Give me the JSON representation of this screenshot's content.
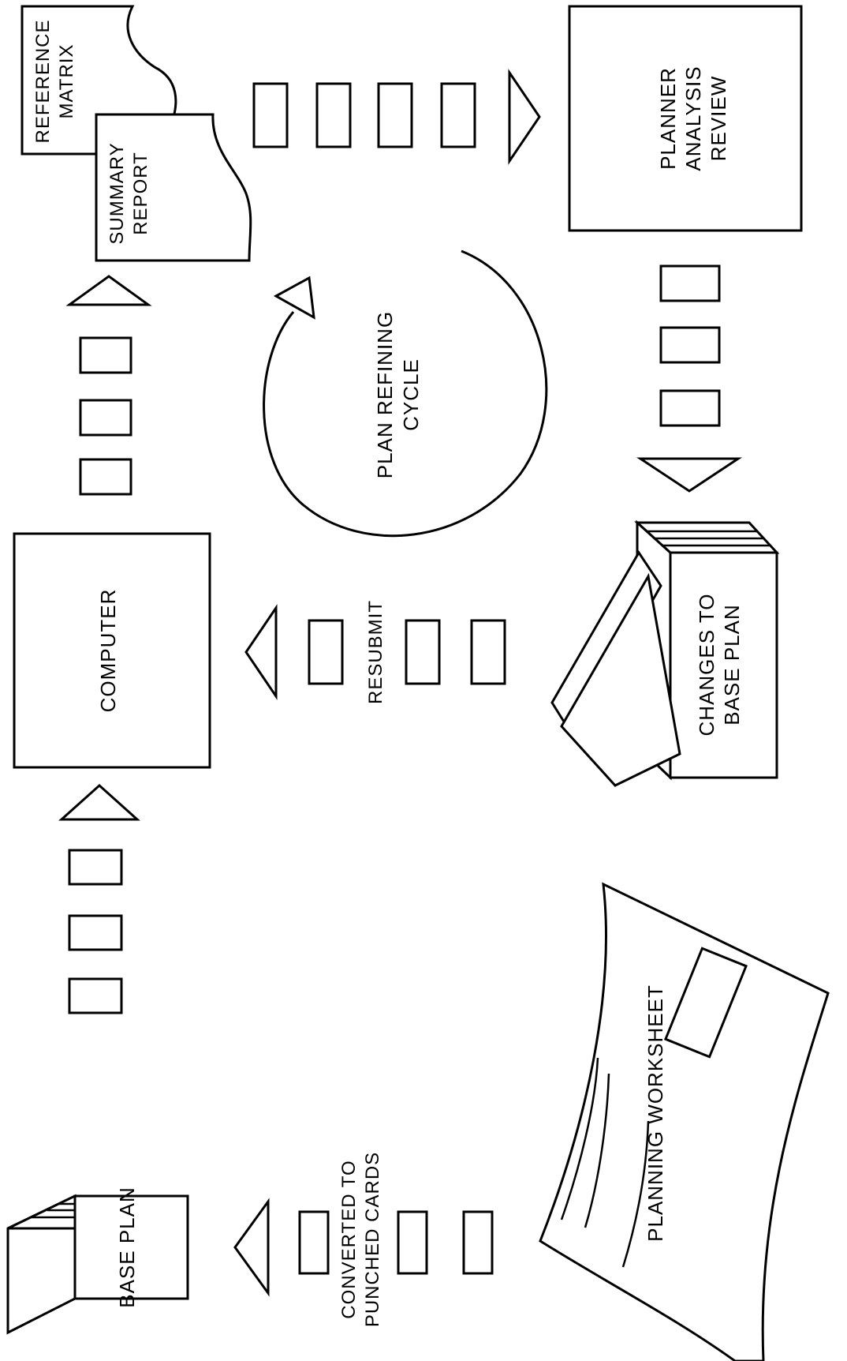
{
  "labels": {
    "base_plan": "BASE PLAN",
    "converted_line1": "CONVERTED TO",
    "converted_line2": "PUNCHED CARDS",
    "planning_worksheet": "PLANNING WORKSHEET",
    "computer": "COMPUTER",
    "resubmit": "RESUBMIT",
    "changes_line1": "CHANGES TO",
    "changes_line2": "BASE PLAN",
    "cycle_line1": "PLAN REFINING",
    "cycle_line2": "CYCLE",
    "summary_line1": "SUMMARY",
    "summary_line2": "REPORT",
    "reference_line1": "REFERENCE",
    "reference_line2": "MATRIX",
    "planner_line1": "PLANNER",
    "planner_line2": "ANALYSIS",
    "planner_line3": "REVIEW"
  },
  "colors": {
    "ink": "#000000",
    "paper": "#ffffff"
  }
}
